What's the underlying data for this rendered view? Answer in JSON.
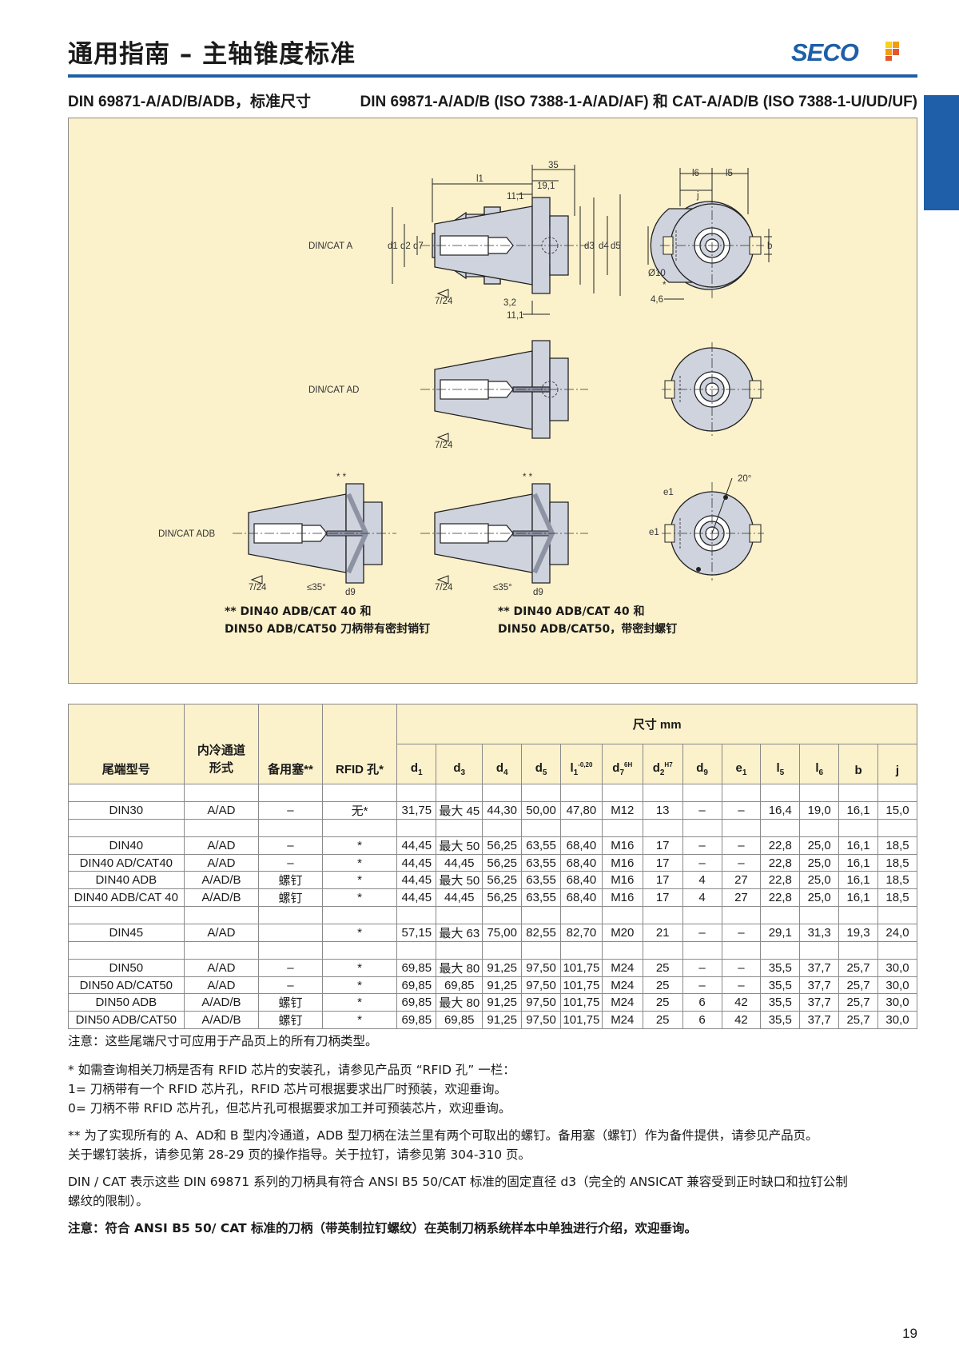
{
  "header": {
    "title": "通用指南 – 主轴锥度标准",
    "brand": "SECO",
    "subtitle_left": "DIN 69871-A/AD/B/ADB，标准尺寸",
    "subtitle_right": "DIN 69871-A/AD/B (ISO 7388-1-A/AD/AF) 和 CAT-A/AD/B (ISO 7388-1-U/UD/UF)"
  },
  "diagram": {
    "labels": {
      "din_cat_a": "DIN/CAT A",
      "din_cat_ad": "DIN/CAT AD",
      "din_cat_adb": "DIN/CAT ADB",
      "taper": "7/24",
      "l1": "l1",
      "dim35": "35",
      "dim19": "19,1",
      "dim11a": "11,1",
      "dim11b": "11,1",
      "dim32": "3,2",
      "d1": "d1",
      "d2": "d2",
      "d7": "d7",
      "d3": "d3",
      "d4": "d4",
      "d5": "d5",
      "l6": "l6",
      "l5": "l5",
      "j": "j",
      "b": "b",
      "phi10": "Ø10",
      "dim46": "4,6",
      "star": "*",
      "deg20": "20°",
      "e1": "e1",
      "angle35": "≤35°",
      "d9": "d9",
      "dstar": "* *"
    },
    "note_left_1": "** DIN40 ADB/CAT 40 和",
    "note_left_2": "DIN50 ADB/CAT50 刀柄带有密封销钉",
    "note_right_1": "** DIN40 ADB/CAT 40 和",
    "note_right_2": "DIN50 ADB/CAT50，带密封螺钉"
  },
  "table": {
    "dim_header": "尺寸 mm",
    "col_end": "尾端型号",
    "col_coolant": "内冷通道形式",
    "col_coolant_1": "内冷通道",
    "col_coolant_2": "形式",
    "col_spare": "备用塞**",
    "col_rfid": "RFID 孔*",
    "dims": [
      {
        "b": "d",
        "s": "1",
        "t": "sub"
      },
      {
        "b": "d",
        "s": "3",
        "t": "sub"
      },
      {
        "b": "d",
        "s": "4",
        "t": "sub"
      },
      {
        "b": "d",
        "s": "5",
        "t": "sub"
      },
      {
        "b": "l",
        "s": "1",
        "t": "sub",
        "s2": "-0,20"
      },
      {
        "b": "d",
        "s": "7",
        "t": "sub",
        "s2": "6H"
      },
      {
        "b": "d",
        "s": "2",
        "t": "sub",
        "s2": "H7"
      },
      {
        "b": "d",
        "s": "9",
        "t": "sub"
      },
      {
        "b": "e",
        "s": "1",
        "t": "sub"
      },
      {
        "b": "l",
        "s": "5",
        "t": "sub"
      },
      {
        "b": "l",
        "s": "6",
        "t": "sub"
      },
      {
        "b": "b",
        "s": "",
        "t": ""
      },
      {
        "b": "j",
        "s": "",
        "t": ""
      }
    ],
    "rows": [
      {
        "gap": true
      },
      [
        "DIN30",
        "A/AD",
        "–",
        "无*",
        "31,75",
        "最大 45",
        "44,30",
        "50,00",
        "47,80",
        "M12",
        "13",
        "–",
        "–",
        "16,4",
        "19,0",
        "16,1",
        "15,0"
      ],
      {
        "gap": true
      },
      [
        "DIN40",
        "A/AD",
        "–",
        "*",
        "44,45",
        "最大 50",
        "56,25",
        "63,55",
        "68,40",
        "M16",
        "17",
        "–",
        "–",
        "22,8",
        "25,0",
        "16,1",
        "18,5"
      ],
      [
        "DIN40 AD/CAT40",
        "A/AD",
        "–",
        "*",
        "44,45",
        "44,45",
        "56,25",
        "63,55",
        "68,40",
        "M16",
        "17",
        "–",
        "–",
        "22,8",
        "25,0",
        "16,1",
        "18,5"
      ],
      [
        "DIN40 ADB",
        "A/AD/B",
        "螺钉",
        "*",
        "44,45",
        "最大 50",
        "56,25",
        "63,55",
        "68,40",
        "M16",
        "17",
        "4",
        "27",
        "22,8",
        "25,0",
        "16,1",
        "18,5"
      ],
      [
        "DIN40 ADB/CAT 40",
        "A/AD/B",
        "螺钉",
        "*",
        "44,45",
        "44,45",
        "56,25",
        "63,55",
        "68,40",
        "M16",
        "17",
        "4",
        "27",
        "22,8",
        "25,0",
        "16,1",
        "18,5"
      ],
      {
        "gap": true
      },
      [
        "DIN45",
        "A/AD",
        "",
        "*",
        "57,15",
        "最大 63",
        "75,00",
        "82,55",
        "82,70",
        "M20",
        "21",
        "–",
        "–",
        "29,1",
        "31,3",
        "19,3",
        "24,0"
      ],
      {
        "gap": true
      },
      [
        "DIN50",
        "A/AD",
        "–",
        "*",
        "69,85",
        "最大 80",
        "91,25",
        "97,50",
        "101,75",
        "M24",
        "25",
        "–",
        "–",
        "35,5",
        "37,7",
        "25,7",
        "30,0"
      ],
      [
        "DIN50 AD/CAT50",
        "A/AD",
        "–",
        "*",
        "69,85",
        "69,85",
        "91,25",
        "97,50",
        "101,75",
        "M24",
        "25",
        "–",
        "–",
        "35,5",
        "37,7",
        "25,7",
        "30,0"
      ],
      [
        "DIN50 ADB",
        "A/AD/B",
        "螺钉",
        "*",
        "69,85",
        "最大 80",
        "91,25",
        "97,50",
        "101,75",
        "M24",
        "25",
        "6",
        "42",
        "35,5",
        "37,7",
        "25,7",
        "30,0"
      ],
      [
        "DIN50 ADB/CAT50",
        "A/AD/B",
        "螺钉",
        "*",
        "69,85",
        "69,85",
        "91,25",
        "97,50",
        "101,75",
        "M24",
        "25",
        "6",
        "42",
        "35,5",
        "37,7",
        "25,7",
        "30,0"
      ]
    ]
  },
  "footnotes": {
    "n1": "注意：这些尾端尺寸可应用于产品页上的所有刀柄类型。",
    "n2": "* 如需查询相关刀柄是否有 RFID 芯片的安装孔，请参见产品页 “RFID 孔” 一栏：",
    "n3": "1= 刀柄带有一个 RFID 芯片孔，RFID 芯片可根据要求出厂时预装，欢迎垂询。",
    "n4": "0= 刀柄不带 RFID 芯片孔，但芯片孔可根据要求加工并可预装芯片，欢迎垂询。",
    "n5": "** 为了实现所有的 A、AD和 B 型内冷通道，ADB 型刀柄在法兰里有两个可取出的螺钉。备用塞（螺钉）作为备件提供，请参见产品页。",
    "n6": "关于螺钉装拆，请参见第 28-29 页的操作指导。关于拉钉，请参见第 304-310 页。",
    "n7": "DIN / CAT 表示这些 DIN 69871 系列的刀柄具有符合 ANSI B5 50/CAT 标准的固定直径 d3（完全的 ANSICAT 兼容受到正时缺口和拉钉公制",
    "n8": "螺纹的限制）。",
    "n9": "注意：符合 ANSI B5 50/ CAT 标准的刀柄（带英制拉钉螺纹）在英制刀柄系统样本中单独进行介绍，欢迎垂询。"
  },
  "page_number": "19",
  "colors": {
    "accent": "#1f5ea8",
    "panel": "#fbf1cb",
    "logo_orange": "#f39c12",
    "logo_yellow": "#f7d21a"
  }
}
